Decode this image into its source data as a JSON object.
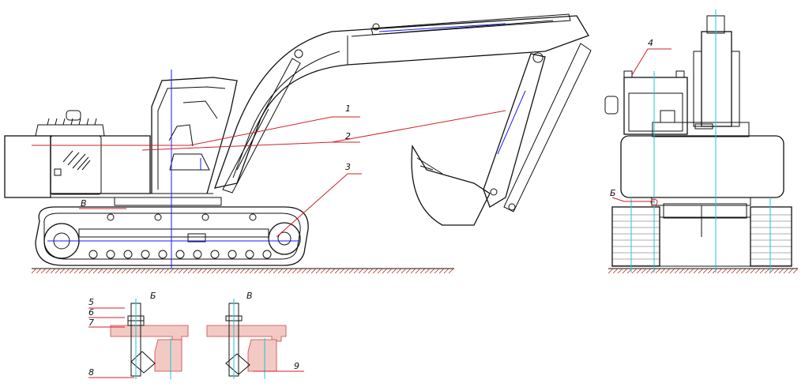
{
  "callouts": {
    "c1": "1",
    "c2": "2",
    "c3": "3",
    "c4": "4",
    "c5": "5",
    "c6": "6",
    "c7": "7",
    "c8": "8",
    "c9": "9"
  },
  "views": {
    "v_b_side": "В",
    "v_b_front": "Б",
    "v_b_detail": "Б",
    "v_v_detail": "В"
  },
  "colors": {
    "outline": "#111111",
    "axis": "#1a1aff",
    "centerline": "#19c8d6",
    "leader": "#d1202a",
    "hatch": "#f3c9c4"
  }
}
